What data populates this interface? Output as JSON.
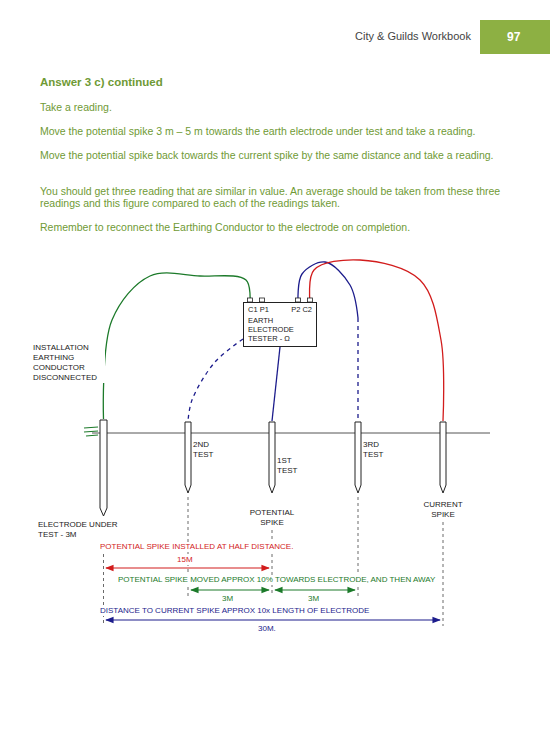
{
  "diagram": {
    "title": "Answer 3 c) continued",
    "nodes": [
      {
        "text": [
          "C1 P1",
          "P2 C2",
          "EARTH ELECTRODE TESTER - Ω"
        ]
      }
    ],
    "labels": [
      "City & Guilds Workbook",
      "97",
      "Take a reading.",
      "Move the potential spike 3 m – 5 m towards the earth electrode under test and take a reading.",
      "Move the potential spike back towards the current spike by the same distance and take a reading.",
      "You should get three reading that are similar in value. An average should be taken from these three readings and this figure compared to each of the readings taken.",
      "Remember to reconnect the Earthing Conductor to the electrode on completion.",
      "INSTALLATION EARTHING CONDUCTOR DISCONNECTED",
      "2ND TEST",
      "1ST TEST",
      "3RD TEST",
      "ELECTRODE UNDER TEST - 3M",
      "POTENTIAL SPIKE",
      "CURRENT SPIKE",
      "POTENTIAL SPIKE INSTALLED AT HALF DISTANCE.",
      "15M",
      "POTENTIAL SPIKE MOVED APPROX 10% TOWARDS ELECTRODE, AND THEN AWAY",
      "3M",
      "3M",
      "DISTANCE TO CURRENT SPIKE APPROX 10x LENGTH OF ELECTRODE",
      "30M."
    ]
  }
}
